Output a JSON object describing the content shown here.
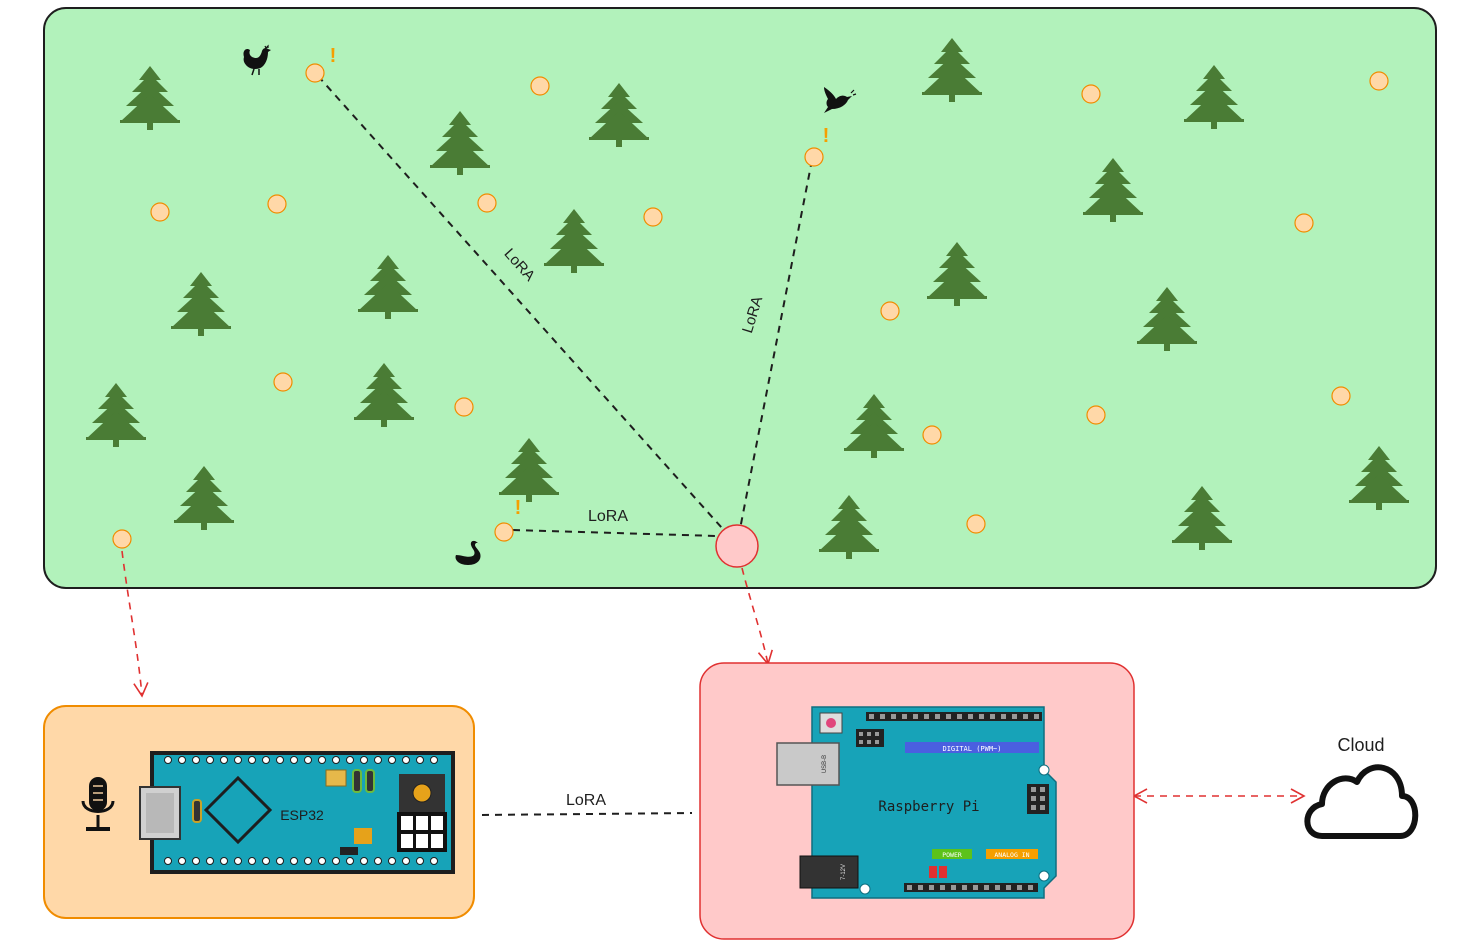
{
  "colors": {
    "forest_fill": "#b2f2bb",
    "tree": "#4a7c35",
    "sensor_fill": "#ffd8a8",
    "sensor_stroke": "#f08c00",
    "gateway_fill": "#ffc9c9",
    "gateway_stroke": "#e03131",
    "esp_panel_fill": "#ffd8a8",
    "pi_panel_fill": "#ffc9c9",
    "board_blue": "#17a3b8",
    "alert": "#f59f00",
    "arrow_red": "#e03131"
  },
  "forest": {
    "links": [
      {
        "label": "LoRA"
      },
      {
        "label": "LoRA"
      },
      {
        "label": "LoRA"
      }
    ],
    "alert_mark": "!",
    "birds": [
      {
        "icon": "hen-icon"
      },
      {
        "icon": "dove-icon"
      },
      {
        "icon": "swan-icon"
      }
    ]
  },
  "esp_panel": {
    "board_label": "ESP32",
    "mic_icon": "microphone-icon"
  },
  "uplink": {
    "label": "LoRA"
  },
  "pi_panel": {
    "board_label": "Raspberry Pi",
    "digital_label": "DIGITAL (PWM~)",
    "power_label": "POWER",
    "analog_label": "ANALOG IN",
    "usb_label": "USB-B",
    "power_jack_label": "7-12V"
  },
  "cloud": {
    "label": "Cloud",
    "icon": "cloud-icon"
  }
}
